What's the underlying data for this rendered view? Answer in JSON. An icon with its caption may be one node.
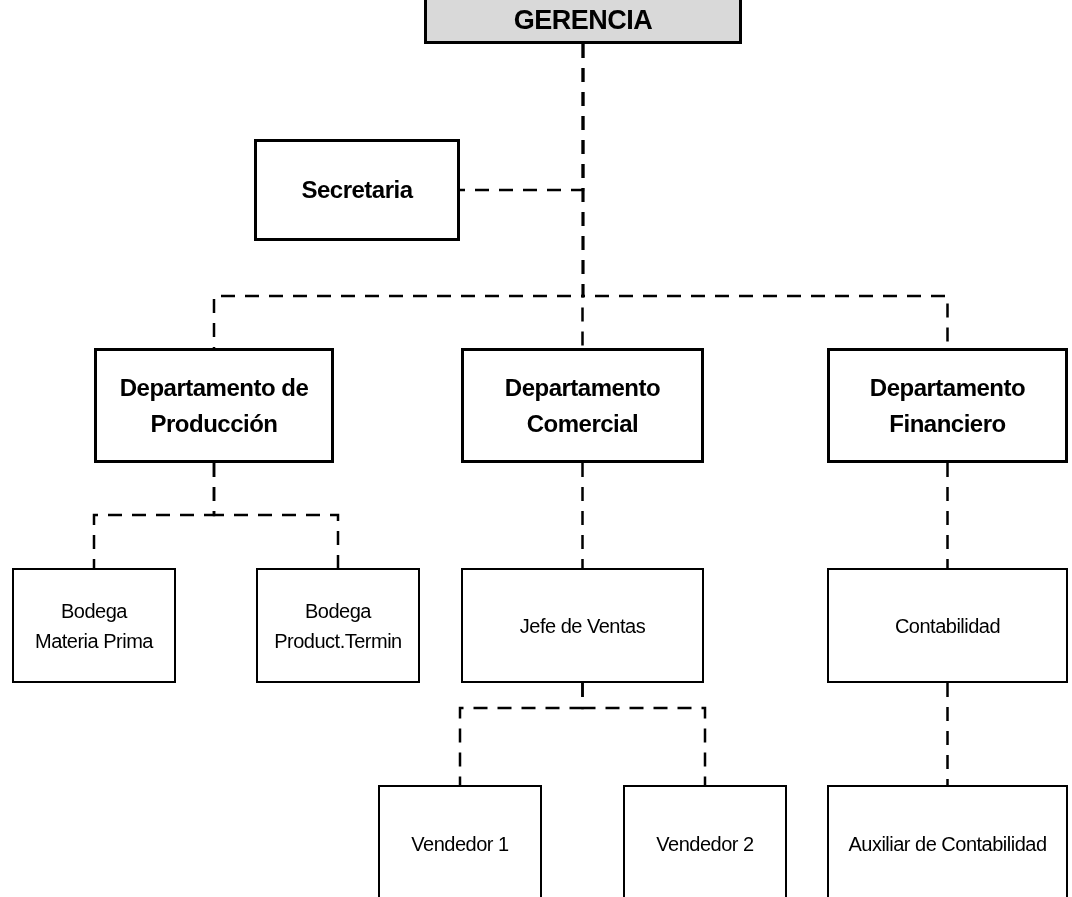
{
  "diagram": {
    "nodes": [
      {
        "text": [
          "GERENCIA"
        ]
      },
      {
        "text": [
          "Secretaria"
        ]
      },
      {
        "text": [
          "Departamento de Producción"
        ]
      },
      {
        "text": [
          "Departamento Comercial"
        ]
      },
      {
        "text": [
          "Departamento Financiero"
        ]
      },
      {
        "text": [
          "Bodega Materia Prima"
        ]
      },
      {
        "text": [
          "Bodega Product.Termin"
        ]
      },
      {
        "text": [
          "Jefe de Ventas"
        ]
      },
      {
        "text": [
          "Contabilidad"
        ]
      },
      {
        "text": [
          "Vendedor 1"
        ]
      },
      {
        "text": [
          "Vendedor 2"
        ]
      },
      {
        "text": [
          "Auxiliar de Contabilidad"
        ]
      }
    ],
    "edges": [
      {
        "from": 0,
        "to": 1,
        "arrow": "none",
        "style": "dashed"
      },
      {
        "from": 0,
        "to": 2,
        "arrow": "none",
        "style": "dashed"
      },
      {
        "from": 0,
        "to": 3,
        "arrow": "none",
        "style": "dashed"
      },
      {
        "from": 0,
        "to": 4,
        "arrow": "none",
        "style": "dashed"
      },
      {
        "from": 2,
        "to": 5,
        "arrow": "none",
        "style": "dashed"
      },
      {
        "from": 2,
        "to": 6,
        "arrow": "none",
        "style": "dashed"
      },
      {
        "from": 3,
        "to": 7,
        "arrow": "none",
        "style": "dashed"
      },
      {
        "from": 4,
        "to": 8,
        "arrow": "none",
        "style": "dashed"
      },
      {
        "from": 7,
        "to": 9,
        "arrow": "none",
        "style": "dashed"
      },
      {
        "from": 7,
        "to": 10,
        "arrow": "none",
        "style": "dashed"
      },
      {
        "from": 8,
        "to": 11,
        "arrow": "none",
        "style": "dashed"
      }
    ]
  }
}
